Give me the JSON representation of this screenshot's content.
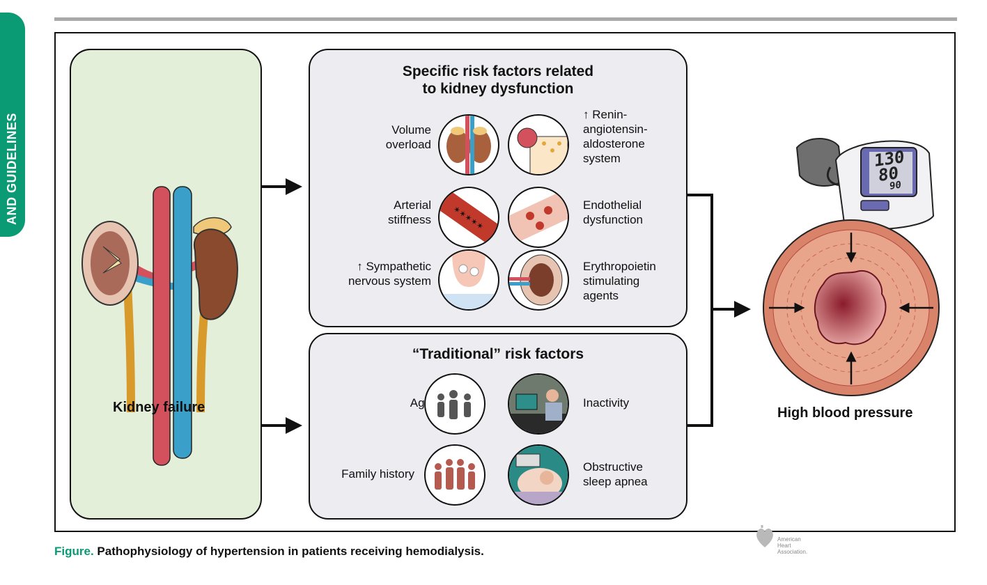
{
  "side_tab": {
    "text": "AND GUIDELINES"
  },
  "left_panel": {
    "label": "Kidney failure"
  },
  "specific_panel": {
    "title_line1": "Specific risk factors related",
    "title_line2": "to kidney dysfunction",
    "items": [
      {
        "label": "Volume overload",
        "icon": "kidneys-icon"
      },
      {
        "arrow": "↑",
        "label": "Renin-angiotensin-aldosterone system",
        "icon": "nephron-icon"
      },
      {
        "label": "Arterial stiffness",
        "icon": "stiff-artery-icon"
      },
      {
        "label": "Endothelial dysfunction",
        "icon": "blood-vessel-icon"
      },
      {
        "arrow": "↑",
        "label": "Sympathetic nervous system",
        "icon": "synapse-icon"
      },
      {
        "label": "Erythropoietin stimulating agents",
        "icon": "kidney-section-icon"
      }
    ]
  },
  "traditional_panel": {
    "title": "“Traditional” risk factors",
    "items": [
      {
        "label": "Age",
        "icon": "people-ages-icon"
      },
      {
        "label": "Inactivity",
        "icon": "desk-worker-icon"
      },
      {
        "label": "Family history",
        "icon": "family-icon"
      },
      {
        "label": "Obstructive sleep apnea",
        "icon": "sleep-apnea-icon"
      }
    ]
  },
  "bp_monitor": {
    "systolic": "130",
    "diastolic": "80",
    "pulse": "90"
  },
  "outcome": {
    "label": "High blood pressure"
  },
  "caption": {
    "prefix": "Figure.",
    "text": "Pathophysiology of hypertension in patients receiving hemodialysis."
  },
  "logo": {
    "line1": "American",
    "line2": "Heart",
    "line3": "Association."
  },
  "colors": {
    "green_accent": "#0a9a74",
    "left_panel_bg": "#e3efd9",
    "risk_panel_bg": "#ececf1",
    "artery": "#b34c3e",
    "vein": "#3aa0c9"
  }
}
